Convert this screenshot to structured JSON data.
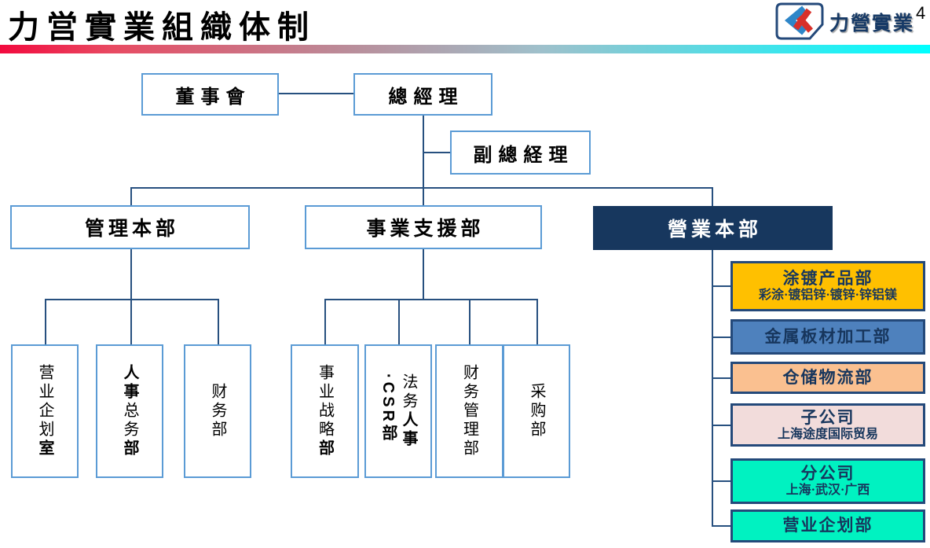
{
  "header": {
    "title": "力営實業組織体制",
    "page_number": "4",
    "logo": {
      "text": "力營實業",
      "icon": "company-badge-icon"
    }
  },
  "colors": {
    "accent_gradient": [
      "#F20A3E",
      "#B98E9B",
      "#9FC0CB",
      "#00FFFF"
    ],
    "division_fill_navy": "#17375E",
    "white_box_border": "#5B9BD5",
    "connector": "#27507F",
    "colored_box_border": "#24497A",
    "gold": "#FFC000",
    "blue": "#4E81BD",
    "peach": "#FAC090",
    "pink": "#F2DCDB",
    "mint": "#00F2C1",
    "logo_blue": "#2E86C8",
    "logo_red": "#D8302A"
  },
  "chart": {
    "top": {
      "board": "董事會",
      "general_manager": "總經理",
      "deputy_general_manager": "副總経理"
    },
    "divisions": {
      "management": "管理本部",
      "business_support": "事業支援部",
      "sales": "營業本部"
    },
    "management_depts": [
      {
        "label": "营业企划室",
        "segments": [
          {
            "t": "营业企划"
          },
          {
            "t": "室",
            "b": true
          }
        ]
      },
      {
        "label": "人事总务部",
        "segments": [
          {
            "t": "人事",
            "b": true
          },
          {
            "t": "总务"
          },
          {
            "t": "部",
            "b": true
          }
        ]
      },
      {
        "label": "财务部",
        "segments": [
          {
            "t": "财务部"
          }
        ]
      }
    ],
    "support_depts": [
      {
        "label": "事业战略部",
        "segments": [
          {
            "t": "事业战略"
          },
          {
            "t": "部",
            "b": true
          }
        ]
      },
      {
        "label": "法务人事·CSR部",
        "segments": [
          {
            "t": "法务"
          },
          {
            "t": "人事",
            "b": true
          },
          {
            "t": "\n·CSR部",
            "b": true
          }
        ]
      },
      {
        "label": "财务管理部",
        "segments": [
          {
            "t": "财务管理部"
          }
        ]
      },
      {
        "label": "采购部",
        "segments": [
          {
            "t": "采购部"
          }
        ]
      }
    ],
    "sales_depts": [
      {
        "label": "涂镀产品部",
        "subtitle": "彩涂·镀铝锌·镀锌·锌铝镁",
        "color": "#FFC000",
        "title_segments": [
          {
            "t": "涂镀产品部"
          }
        ]
      },
      {
        "label": "金属板材加工部",
        "color": "#4E81BD",
        "title_segments": [
          {
            "t": "金属板材加工"
          },
          {
            "t": "部",
            "b": true
          }
        ]
      },
      {
        "label": "仓储物流部",
        "color": "#FAC090",
        "title_segments": [
          {
            "t": "仓储物流"
          },
          {
            "t": "部",
            "b": true
          }
        ]
      },
      {
        "label": "子公司",
        "subtitle": "上海途度国际贸易",
        "color": "#F2DCDB",
        "title_segments": [
          {
            "t": "子"
          },
          {
            "t": "公司",
            "b": true
          }
        ]
      },
      {
        "label": "分公司",
        "subtitle": "上海·武汉·广西",
        "color": "#00F2C1",
        "title_segments": [
          {
            "t": "分"
          },
          {
            "t": "公司",
            "b": true
          }
        ]
      },
      {
        "label": "营业企划部",
        "color": "#00F2C1",
        "title_segments": [
          {
            "t": "营业"
          },
          {
            "t": "企划部",
            "b": true
          }
        ]
      }
    ]
  }
}
